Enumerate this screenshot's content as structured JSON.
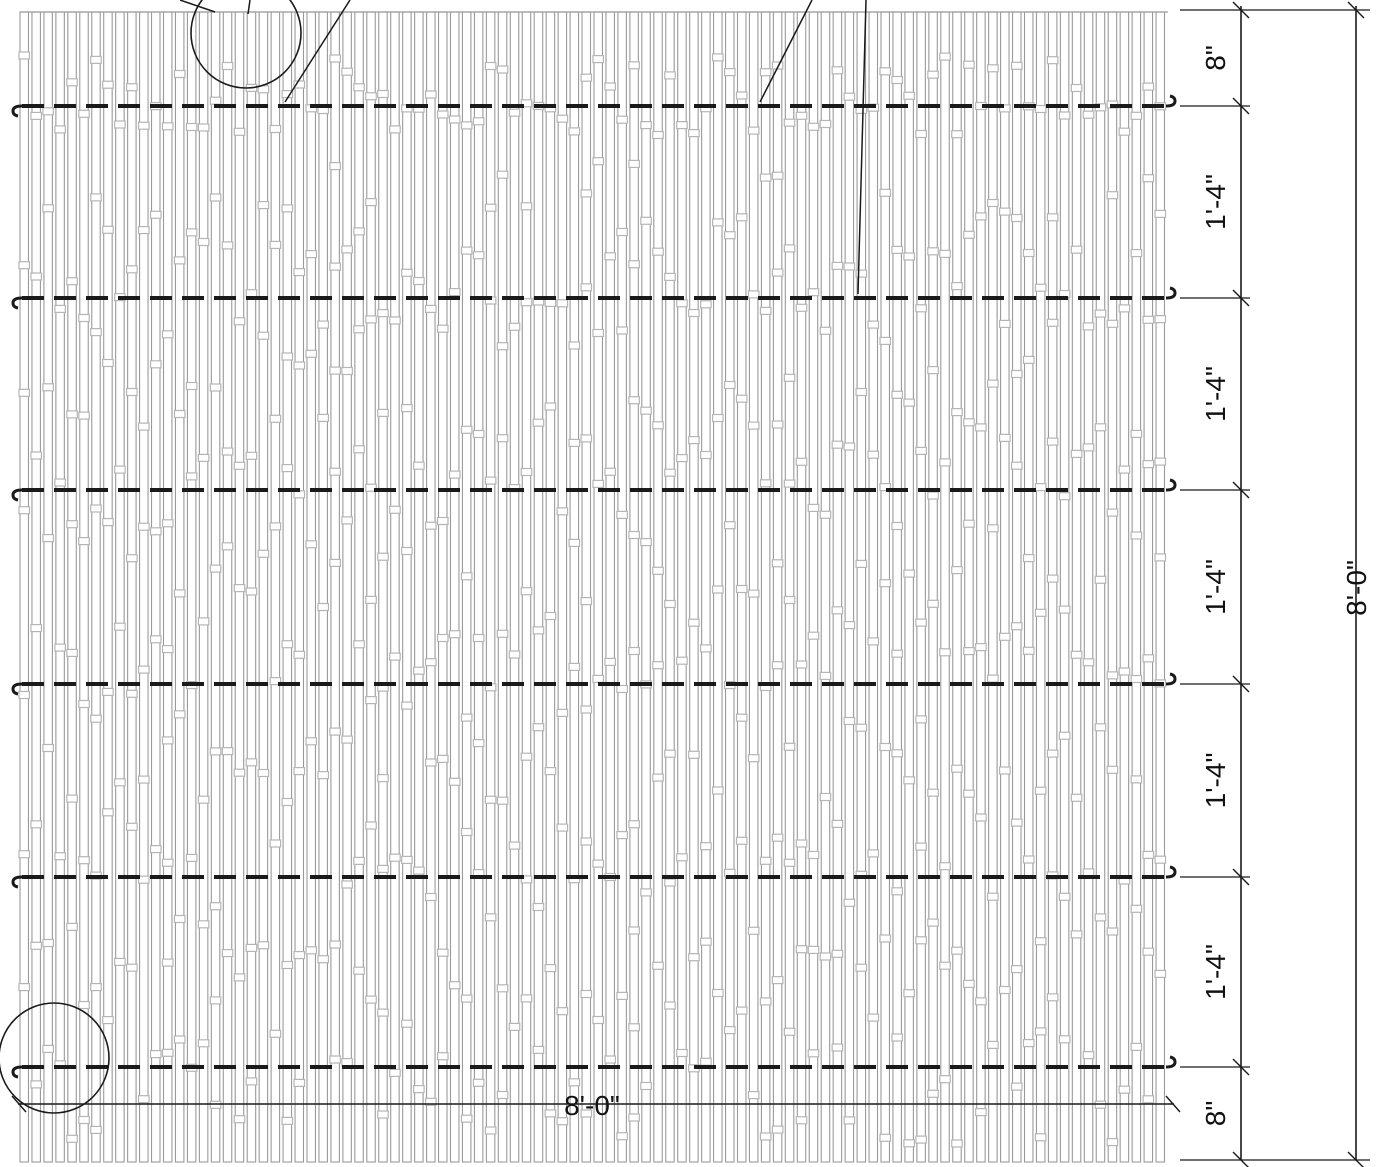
{
  "drawing": {
    "title": "",
    "colors": {
      "line": "#1a1a1a",
      "bamboo": "#9a9a9a",
      "node": "#b5b5b5",
      "background": "#ffffff"
    }
  },
  "dimensions": {
    "vertical_segments": [
      "8\"",
      "1'-4\"",
      "1'-4\"",
      "1'-4\"",
      "1'-4\"",
      "1'-4\"",
      "8\""
    ],
    "overall_height": "8'-0\"",
    "overall_width": "8'-0\""
  },
  "detail_callouts": [
    {
      "name": "top-detail-circle"
    },
    {
      "name": "bottom-left-detail-circle"
    }
  ]
}
